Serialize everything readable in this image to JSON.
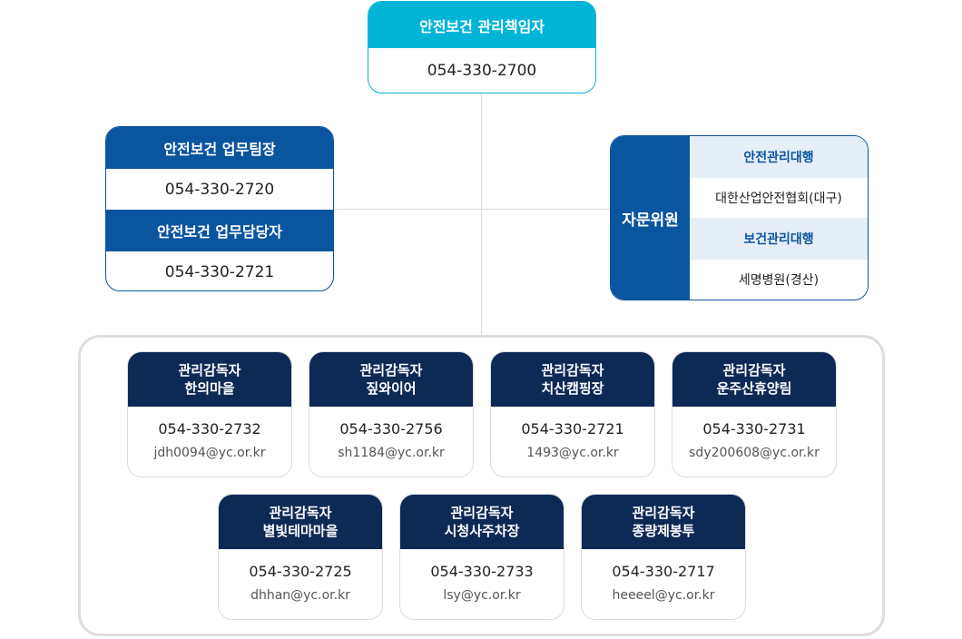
{
  "top": {
    "title": "안전보건 관리책임자",
    "phone": "054-330-2700"
  },
  "left": {
    "head1": "안전보건 업무팀장",
    "phone1": "054-330-2720",
    "head2": "안전보건 업무담당자",
    "phone2": "054-330-2721"
  },
  "right": {
    "label": "자문위원",
    "head1": "안전관리대행",
    "val1": "대한산업안전협회(대구)",
    "head2": "보건관리대행",
    "val2": "세명병원(경산)"
  },
  "supervisors": [
    {
      "role": "관리감독자",
      "site": "한의마을",
      "phone": "054-330-2732",
      "email": "jdh0094@yc.or.kr"
    },
    {
      "role": "관리감독자",
      "site": "짚와이어",
      "phone": "054-330-2756",
      "email": "sh1184@yc.or.kr"
    },
    {
      "role": "관리감독자",
      "site": "치산캠핑장",
      "phone": "054-330-2721",
      "email": "1493@yc.or.kr"
    },
    {
      "role": "관리감독자",
      "site": "운주산휴양림",
      "phone": "054-330-2731",
      "email": "sdy200608@yc.or.kr"
    },
    {
      "role": "관리감독자",
      "site": "별빛테마마을",
      "phone": "054-330-2725",
      "email": "dhhan@yc.or.kr"
    },
    {
      "role": "관리감독자",
      "site": "시청사주차장",
      "phone": "054-330-2733",
      "email": "lsy@yc.or.kr"
    },
    {
      "role": "관리감독자",
      "site": "종량제봉투",
      "phone": "054-330-2717",
      "email": "heeeel@yc.or.kr"
    }
  ]
}
